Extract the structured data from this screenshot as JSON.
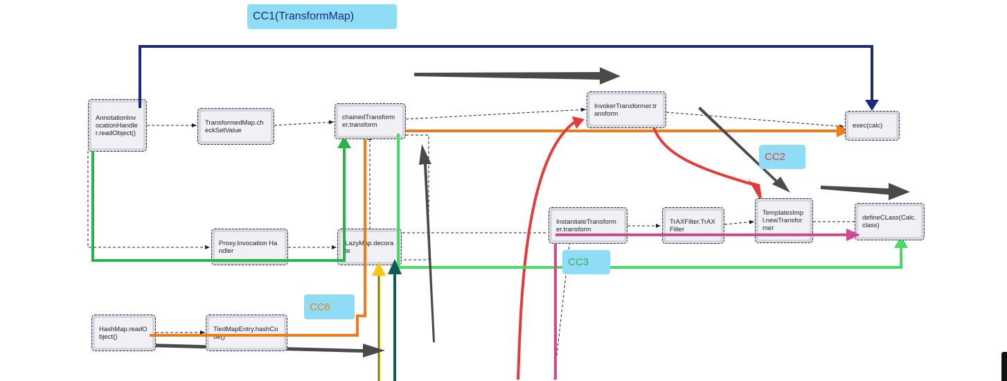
{
  "labels": {
    "cc1": {
      "text": "CC1(TransformMap)",
      "color": "#1b2a7a"
    },
    "cc2": {
      "text": "CC2",
      "color": "#e33b3b"
    },
    "cc3": {
      "text": "CC3",
      "color": "#2cb24a"
    },
    "cc6": {
      "text": "CC6",
      "color": "#f07b1a"
    }
  },
  "nodes": {
    "annotation": "AnnotationInvocationHandler.readObject()",
    "transformed_map": "TransformedMap.checkSetValue",
    "chained": "chainedTransformer.transform",
    "invoker": "InvokerTransformer.transform",
    "exec": "exec(calc)",
    "proxy": "Proxy.Invocation Handler",
    "lazymap": "LazyMap.decorate",
    "instantiate": "InstantiateTransformer.transform",
    "trax": "TrAXFilter.TrAXFilter",
    "templates": "TemplatesImpl.newTransformer",
    "defineclass": "defineCLass(Calc.class)",
    "hashmap": "HashMap.readObject()",
    "tiedmap": "TiedMapEntry.hashCode()"
  },
  "colors": {
    "cc1_navy": "#1b2a7a",
    "orange": "#f07b1a",
    "red": "#e33b3b",
    "green": "#2cb24a",
    "light_green": "#4dd96a",
    "magenta": "#d0488f",
    "yellow": "#f5c518",
    "teal": "#0f5a55",
    "gray": "#4a4a4a"
  }
}
